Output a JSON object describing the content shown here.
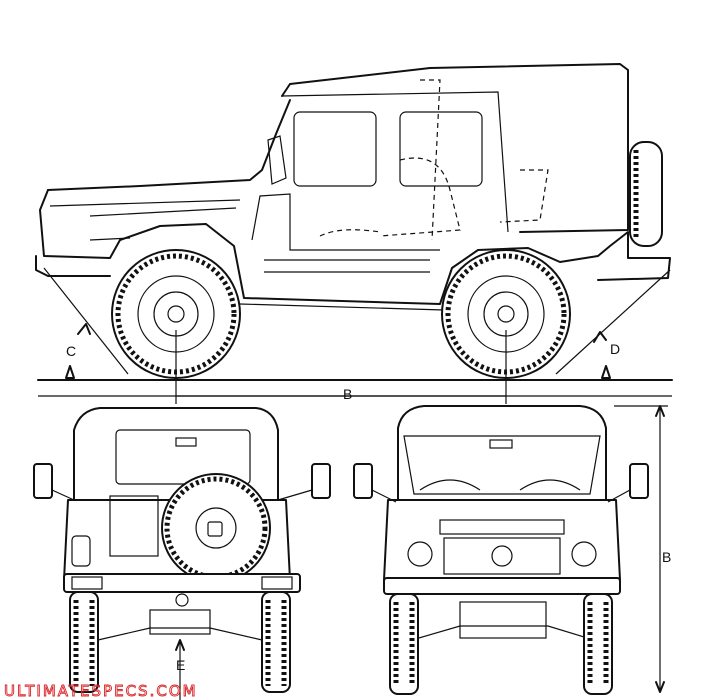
{
  "dimension_labels": {
    "c": "C",
    "d": "D",
    "b_side": "B",
    "b_height": "B",
    "e": "E"
  },
  "watermark": "ULTIMATESPECS.COM",
  "views": [
    "side-view",
    "rear-view",
    "front-view"
  ],
  "colors": {
    "line": "#111111",
    "watermark": "#d8262b",
    "background": "#ffffff"
  }
}
